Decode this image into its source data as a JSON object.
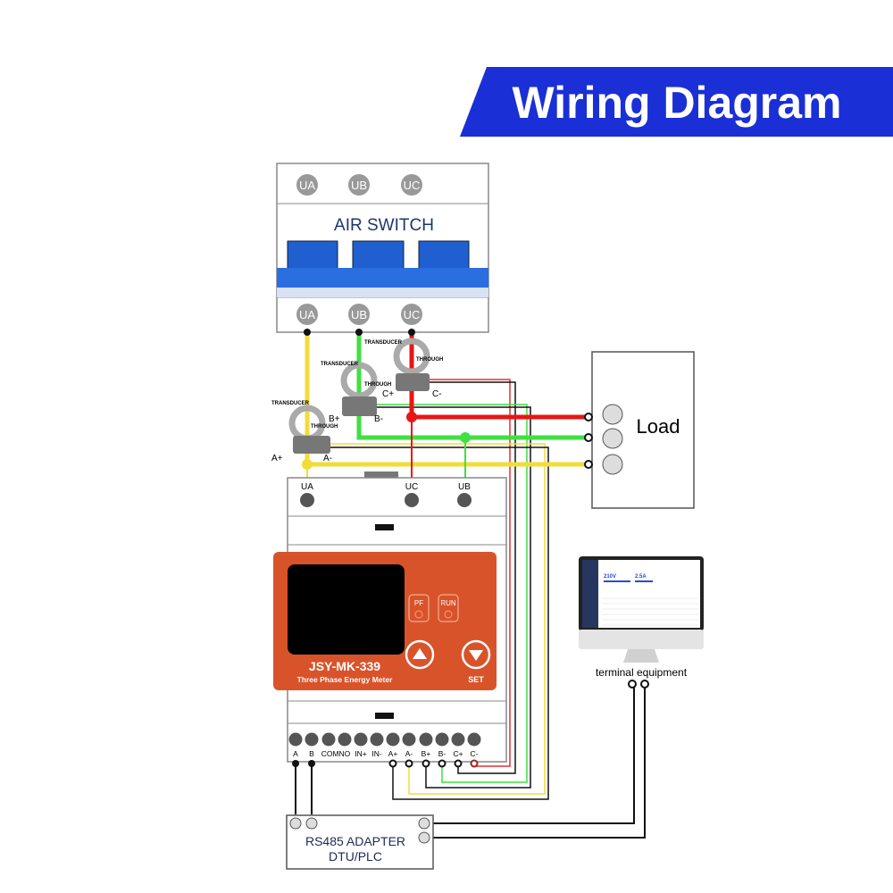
{
  "banner": {
    "title": "Wiring Diagram",
    "color": "#1a2fd6"
  },
  "air_switch": {
    "title": "AIR SWITCH",
    "top_terminals": [
      "UA",
      "UB",
      "UC"
    ],
    "bottom_terminals": [
      "UA",
      "UB",
      "UC"
    ]
  },
  "transducers": [
    {
      "label": "TRANSDUCER",
      "through": "THROUGH",
      "plus": "A+",
      "minus": "A-"
    },
    {
      "label": "TRANSDUCER",
      "through": "THROUGH",
      "plus": "B+",
      "minus": "B-"
    },
    {
      "label": "TRANSDUCER",
      "through": "THROUGH",
      "plus": "C+",
      "minus": "C-"
    }
  ],
  "load": {
    "label": "Load"
  },
  "meter": {
    "inputs": [
      "UA",
      "UC",
      "UB"
    ],
    "model": "JSY-MK-339",
    "subtitle": "Three Phase Energy Meter",
    "indicators": [
      "PF",
      "RUN"
    ],
    "set_label": "SET",
    "terminals": [
      "A",
      "B",
      "COMNO",
      "IN+",
      "IN-",
      "A+",
      "A-",
      "B+",
      "B-",
      "C+",
      "C-"
    ],
    "panel_color": "#d9532a"
  },
  "terminal": {
    "label": "terminal equipment",
    "screen_values": [
      "210V",
      "2.5A"
    ]
  },
  "adapter": {
    "line1": "RS485 ADAPTER",
    "line2": "DTU/PLC"
  },
  "wire_colors": {
    "A": "#f2dc3a",
    "B": "#3fe03f",
    "C": "#e81515"
  }
}
